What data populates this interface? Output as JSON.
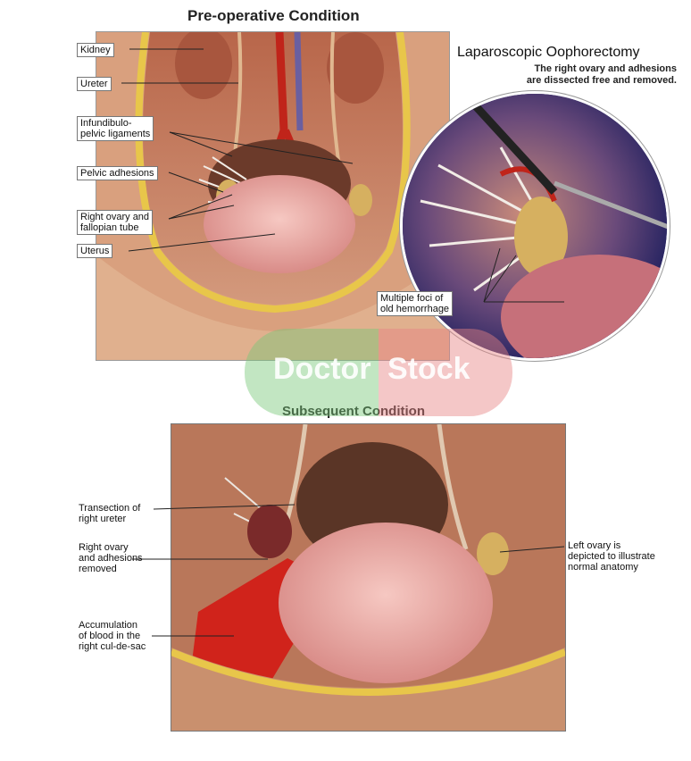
{
  "titles": {
    "pre_operative": "Pre-operative Condition",
    "subsequent": "Subsequent Condition",
    "laparoscopic": "Laparoscopic Oophorectomy",
    "laparoscopic_desc_1": "The right ovary and adhesions",
    "laparoscopic_desc_2": "are dissected free and removed."
  },
  "labels_pre": {
    "kidney": "Kidney",
    "ureter": "Ureter",
    "infundibulo_1": "Infundibulo-",
    "infundibulo_2": "pelvic ligaments",
    "pelvic_adhesions": "Pelvic adhesions",
    "right_ovary_1": "Right ovary and",
    "right_ovary_2": "fallopian tube",
    "uterus": "Uterus"
  },
  "labels_circle": {
    "foci_1": "Multiple foci of",
    "foci_2": "old hemorrhage"
  },
  "labels_sub": {
    "transection_1": "Transection of",
    "transection_2": "right ureter",
    "removed_1": "Right ovary",
    "removed_2": "and adhesions",
    "removed_3": "removed",
    "accum_1": "Accumulation",
    "accum_2": "of blood in the",
    "accum_3": "right cul-de-sac",
    "left_ovary_1": "Left ovary is",
    "left_ovary_2": "depicted to illustrate",
    "left_ovary_3": "normal anatomy"
  },
  "watermark": {
    "left": "Doctor",
    "right": "Stock"
  },
  "colors": {
    "tissue": "#c98a6a",
    "uterus": "#e9a6a0",
    "blood": "#d0231b",
    "fat": "#e8c64a",
    "laparoscope_bg": "#2b2a6a"
  }
}
